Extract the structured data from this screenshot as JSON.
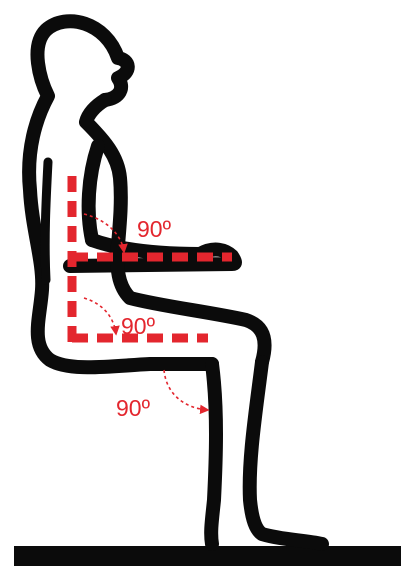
{
  "colors": {
    "outline": "#0b0b0b",
    "accent": "#e3262e",
    "background": "#ffffff"
  },
  "angles": {
    "elbow": "90º",
    "hip": "90º",
    "knee": "90º"
  }
}
